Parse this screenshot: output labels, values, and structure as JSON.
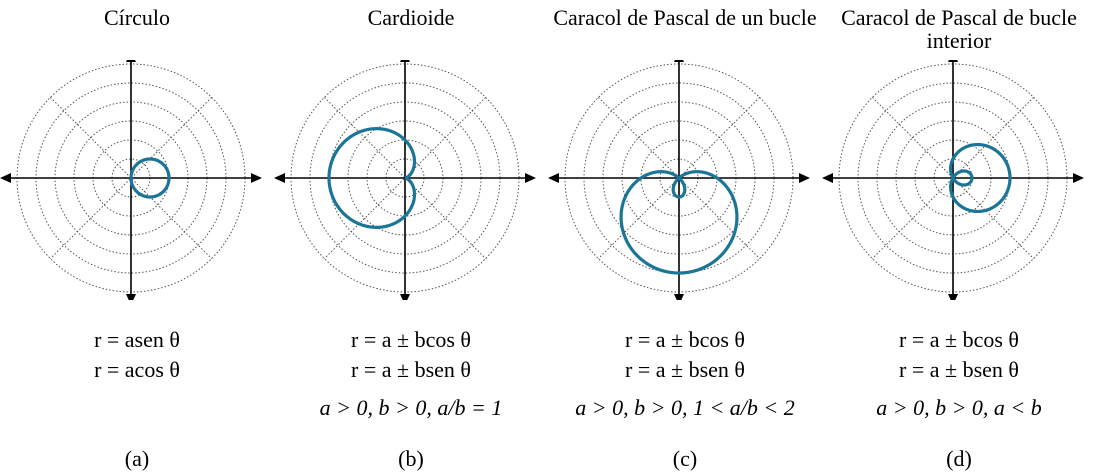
{
  "colors": {
    "curve": "#1b7597",
    "axis": "#000000",
    "grid": "#555555"
  },
  "panels": [
    {
      "title": "Círculo",
      "formulas": [
        "r = asen θ",
        "r = acos θ"
      ],
      "condition": "",
      "label": "(a)",
      "curve": {
        "type": "circle",
        "a": 2,
        "b": 0,
        "trig": "cos"
      }
    },
    {
      "title": "Cardioide",
      "formulas": [
        "r = a ± bcos θ",
        "r = a ± bsen θ"
      ],
      "condition": "a > 0, b > 0, a/b = 1",
      "label": "(b)",
      "curve": {
        "type": "limacon",
        "a": 2,
        "b": -2,
        "trig": "cos"
      }
    },
    {
      "title": "Caracol de Pascal de un bucle",
      "formulas": [
        "r = a ± bcos θ",
        "r = a ± bsen θ"
      ],
      "condition": "a > 0, b > 0, 1 < a/b < 2",
      "label": "(c)",
      "curve": {
        "type": "limacon",
        "a": 2,
        "b": -3,
        "trig": "sin"
      }
    },
    {
      "title": "Caracol de Pascal de bucle interior",
      "formulas": [
        "r = a ± bcos θ",
        "r = a ± bsen θ"
      ],
      "condition": "a > 0, b > 0, a < b",
      "label": "(d)",
      "curve": {
        "type": "limacon",
        "a": 1,
        "b": 2,
        "trig": "cos"
      }
    }
  ]
}
